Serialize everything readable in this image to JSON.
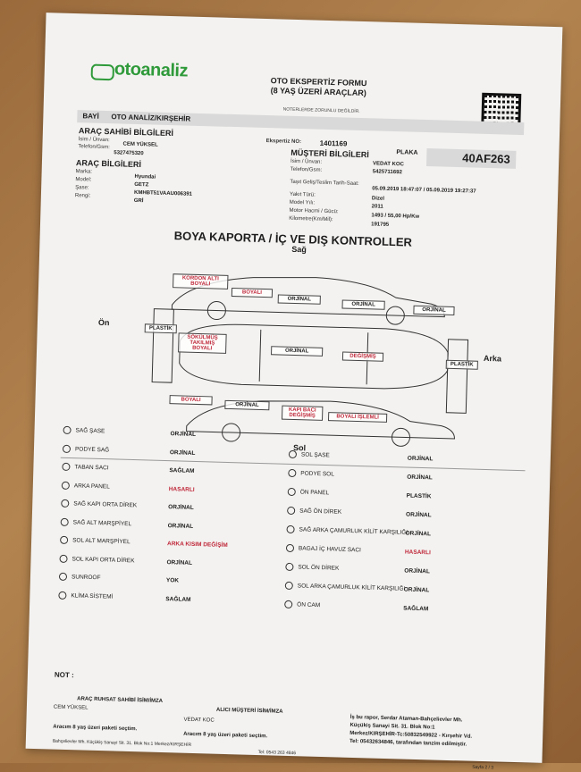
{
  "header": {
    "logo": "otoanaliz",
    "form_title_1": "OTO EKSPERTİZ FORMU",
    "form_title_2": "(8 YAŞ ÜZERİ ARAÇLAR)",
    "notice": "NOTERLERDE ZORUNLU DEĞİLDİR.",
    "bayi_label": "BAYİ",
    "bayi_value": "OTO ANALİZ/KIRŞEHİR",
    "ekspertiz_label": "Ekspertiz NO:",
    "ekspertiz_value": "1401169",
    "plaka_label": "PLAKA",
    "plaka_value": "40AF263"
  },
  "owner": {
    "title": "ARAÇ SAHİBİ BİLGİLERİ",
    "name_label": "İsim / Ünvan:",
    "name_value": "CEM YÜKSEL",
    "phone_label": "Telefon/Gsm:",
    "phone_value": "5327475320"
  },
  "vehicle": {
    "title": "ARAÇ BİLGİLERİ",
    "brand_label": "Marka:",
    "brand_value": "Hyundai",
    "model_label": "Model:",
    "model_value": "GETZ",
    "chassis_label": "Şase:",
    "chassis_value": "KMHBT51VAAU006391",
    "color_label": "Rengi:",
    "color_value": "GRİ"
  },
  "customer": {
    "title": "MÜŞTERİ BİLGİLERİ",
    "name_label": "İsim / Ünvan:",
    "name_value": "VEDAT KOC",
    "phone_label": "Telefon/Gsm:",
    "phone_value": "5425711692",
    "arrival_label": "Taşıt Geliş/Teslim Tarih-Saat:",
    "arrival_value": "05.09.2019 18:47:07 / 05.09.2019 19:27:37",
    "fuel_label": "Yakıt Türü:",
    "fuel_value": "Dizel",
    "year_label": "Model Yılı:",
    "year_value": "2011",
    "engine_label": "Motor Hacmi / Gücü:",
    "engine_value": "1493 / 55,00 Hp/Kw",
    "km_label": "Kilometre(Km/Mil):",
    "km_value": "191795"
  },
  "diagram": {
    "title": "BOYA KAPORTA / İÇ VE DIŞ KONTROLLER",
    "sag": "Sağ",
    "sol": "Sol",
    "on": "Ön",
    "arka": "Arka",
    "tags": {
      "t1": "KORDON ALTI BOYALI",
      "t2": "BOYALI",
      "t3": "ORJİNAL",
      "t4": "ORJİNAL",
      "t5": "ORJİNAL",
      "t6": "PLASTİK",
      "t7": "SÖKÜLMÜŞ TAKILMIŞ BOYALI",
      "t8": "ORJİNAL",
      "t9": "DEĞİŞMİŞ",
      "t10": "PLASTİK",
      "t11": "BOYALI",
      "t12": "ORJİNAL",
      "t13": "KAPI BACI DEĞİŞMİŞ",
      "t14": "BOYALI İŞLEMLİ"
    }
  },
  "checks_left": [
    {
      "label": "SAĞ ŞASE",
      "value": "ORJİNAL",
      "red": false
    },
    {
      "label": "PODYE SAĞ",
      "value": "ORJİNAL",
      "red": false
    },
    {
      "label": "TABAN SACI",
      "value": "SAĞLAM",
      "red": false
    },
    {
      "label": "ARKA PANEL",
      "value": "HASARLI",
      "red": true
    },
    {
      "label": "SAĞ KAPI ORTA DİREK",
      "value": "ORJİNAL",
      "red": false
    },
    {
      "label": "SAĞ ALT MARŞPİYEL",
      "value": "ORJİNAL",
      "red": false
    },
    {
      "label": "SOL ALT MARŞPİYEL",
      "value": "ARKA KISIM DEĞİŞİM",
      "red": true
    },
    {
      "label": "SOL KAPI ORTA DİREK",
      "value": "ORJİNAL",
      "red": false
    },
    {
      "label": "SUNROOF",
      "value": "YOK",
      "red": false
    },
    {
      "label": "KLİMA SİSTEMİ",
      "value": "SAĞLAM",
      "red": false
    }
  ],
  "checks_right": [
    {
      "label": "SOL ŞASE",
      "value": "ORJİNAL",
      "red": false
    },
    {
      "label": "PODYE SOL",
      "value": "ORJİNAL",
      "red": false
    },
    {
      "label": "ÖN PANEL",
      "value": "PLASTİK",
      "red": false
    },
    {
      "label": "SAĞ ÖN DİREK",
      "value": "ORJİNAL",
      "red": false
    },
    {
      "label": "SAĞ ARKA ÇAMURLUK KİLİT KARŞILIĞI",
      "value": "ORJİNAL",
      "red": false
    },
    {
      "label": "BAGAJ İÇ HAVUZ SACI",
      "value": "HASARLI",
      "red": true
    },
    {
      "label": "SOL ÖN DİREK",
      "value": "ORJİNAL",
      "red": false
    },
    {
      "label": "SOL ARKA ÇAMURLUK KİLİT KARŞILIĞI",
      "value": "ORJİNAL",
      "red": false
    },
    {
      "label": "ÖN CAM",
      "value": "SAĞLAM",
      "red": false
    }
  ],
  "footer": {
    "not_label": "NOT :",
    "owner_sig_title": "ARAÇ RUHSAT SAHİBİ İSİM/İMZA",
    "owner_sig_name": "CEM YÜKSEL",
    "owner_sig_note": "Aracım 8 yaş üzeri paketi seçtim.",
    "buyer_sig_title": "ALICI MÜŞTERİ İSİM/İMZA",
    "buyer_sig_name": "VEDAT KOC",
    "buyer_sig_note": "Aracım 8 yaş üzeri paketi seçtim.",
    "report_1": "İş bu rapor, Serdar Ataman-Bahçelievler Mh.",
    "report_2": "Küçükiş Sanayi Sit. 31. Blok No:1",
    "report_3": "Merkez/KIRŞEHİR-Tc:50832549922 - Kırşehir Vd.",
    "report_4": "Tel: 05432634846, tarafından tanzim edilmiştir.",
    "address": "Bahçelievler Mh. Küçükiş Sanayi Sit. 31. Blok No:1 Merkez/KIRŞEHİR",
    "tel": "Tel: 0543 263 4846",
    "page": "Sayfa 2 / 3"
  },
  "colors": {
    "brand": "#2f9a3a",
    "alert": "#c0293b"
  }
}
